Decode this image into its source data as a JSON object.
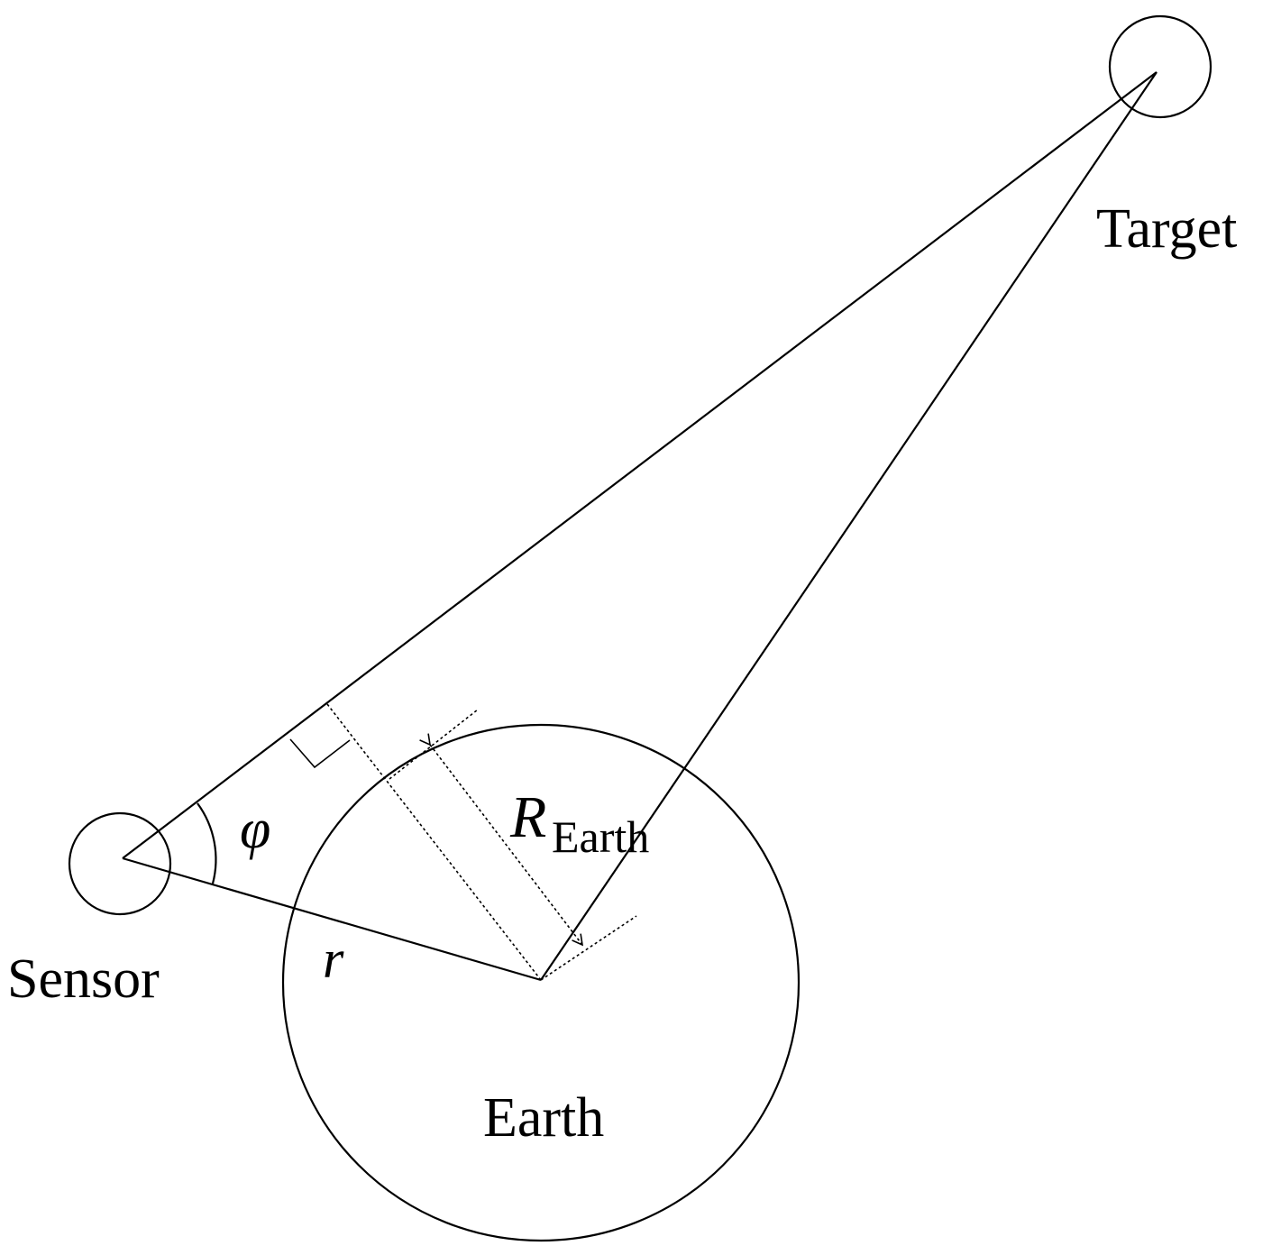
{
  "labels": {
    "target": "Target",
    "sensor": "Sensor",
    "earth": "Earth",
    "phi": "φ",
    "r": "r",
    "radius_symbol": "R",
    "radius_subscript": "Earth"
  },
  "colors": {
    "stroke": "#000000",
    "background": "#ffffff"
  }
}
